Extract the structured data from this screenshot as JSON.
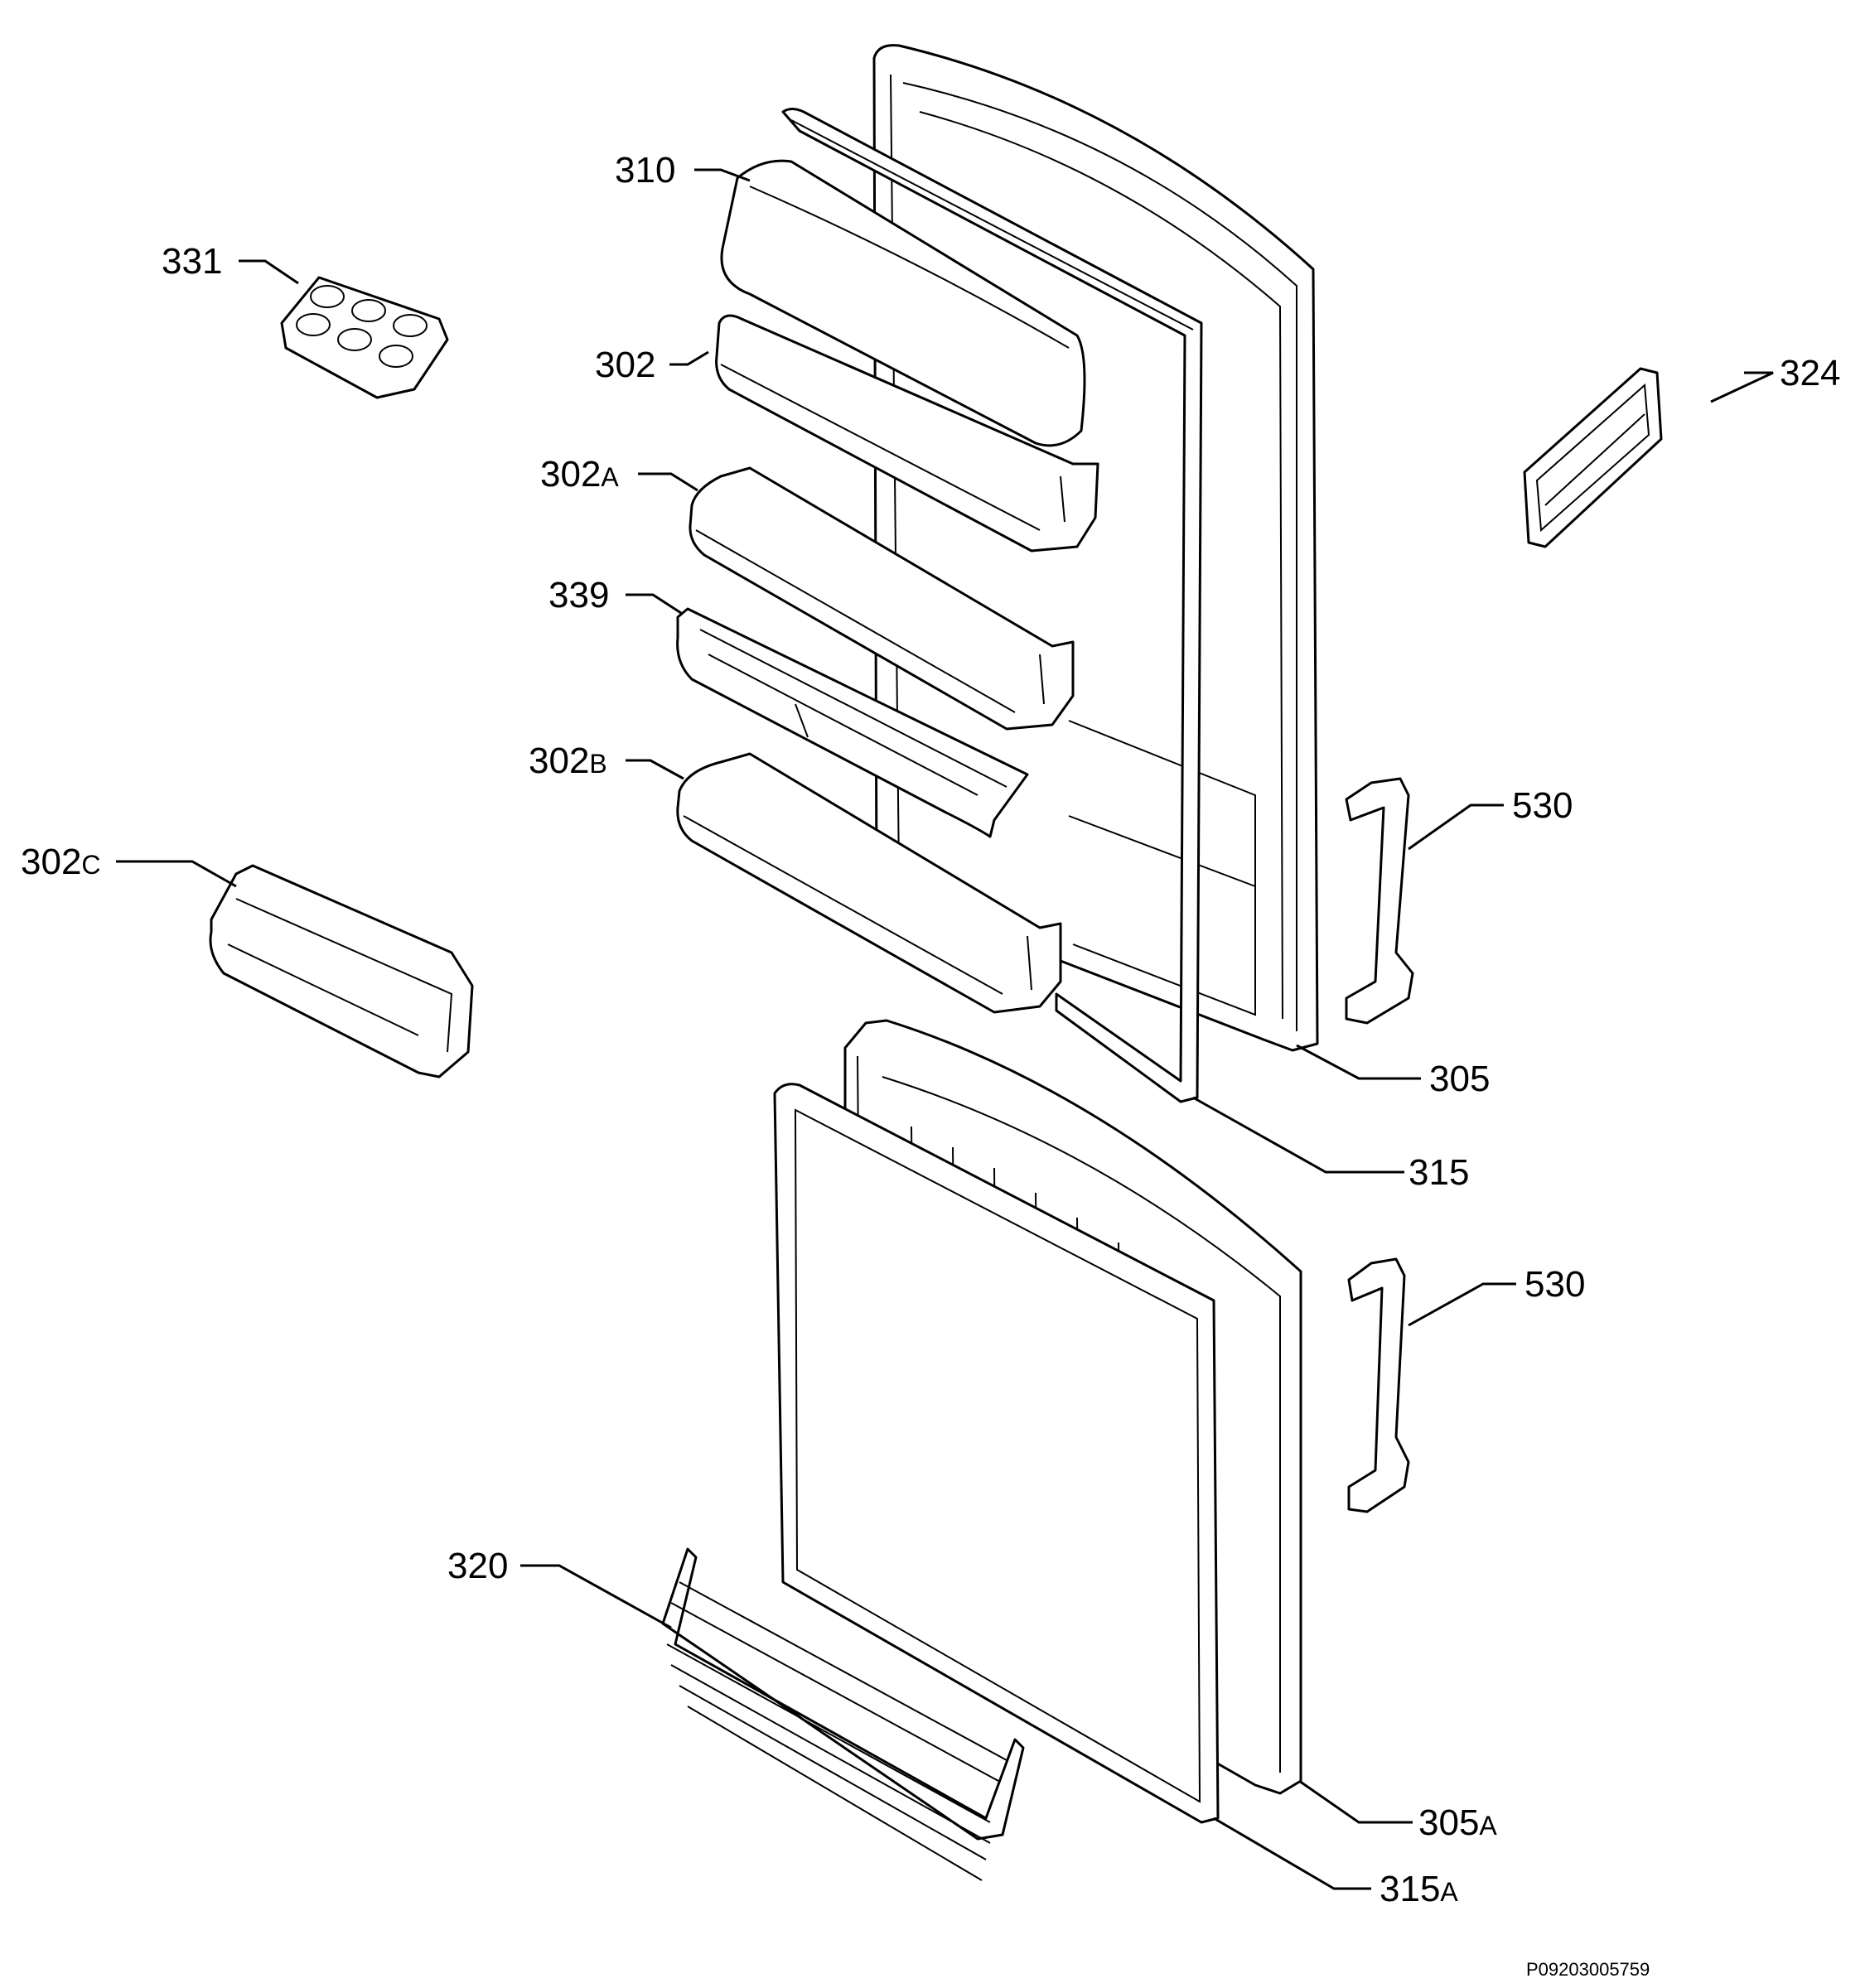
{
  "labels": {
    "l310": "310",
    "l331": "331",
    "l302": "302",
    "l302a": {
      "num": "302",
      "suf": "A"
    },
    "l339": "339",
    "l302b": {
      "num": "302",
      "suf": "B"
    },
    "l302c": {
      "num": "302",
      "suf": "C"
    },
    "l324": "324",
    "l530a": "530",
    "l305": "305",
    "l315": "315",
    "l530b": "530",
    "l320": "320",
    "l305a": {
      "num": "305",
      "suf": "A"
    },
    "l315a": {
      "num": "315",
      "suf": "A"
    }
  },
  "reference_code": "P09203005759"
}
